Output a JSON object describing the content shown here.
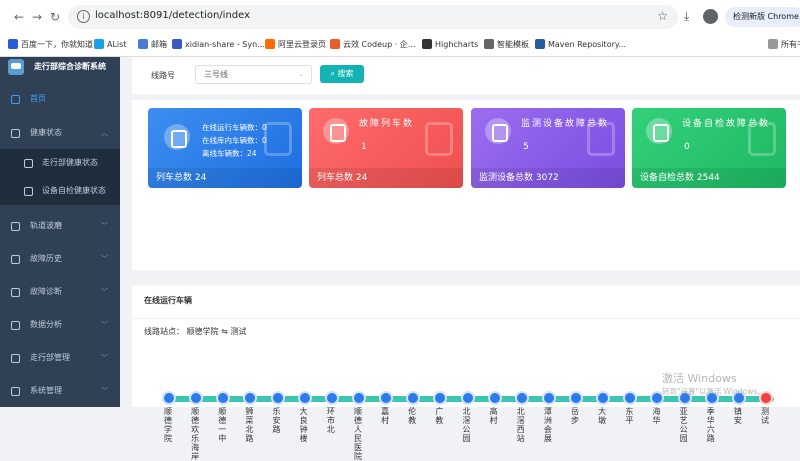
{
  "browser": {
    "url": "localhost:8091/detection/index",
    "update_button": "检测新版 Chrome 可用",
    "bookmarks": [
      {
        "label": "百度一下，你就知道",
        "color": "#2a5bd7"
      },
      {
        "label": "AList",
        "color": "#1aa0e8"
      },
      {
        "label": "邮箱",
        "color": "#4a7bd0"
      },
      {
        "label": "xidian-share - Syn...",
        "color": "#3a57c4"
      },
      {
        "label": "阿里云登录页",
        "color": "#ff6a00"
      },
      {
        "label": "云效 Codeup · 企...",
        "color": "#e85d2a"
      },
      {
        "label": "Highcharts",
        "color": "#333333"
      },
      {
        "label": "智能模板",
        "color": "#666666"
      },
      {
        "label": "Maven Repository...",
        "color": "#2c5aa0"
      },
      {
        "label": "所有书",
        "color": "#999999"
      }
    ]
  },
  "sidebar": {
    "title": "走行部综合诊断系统",
    "items": [
      {
        "label": "首页",
        "active": true,
        "chevron": false
      },
      {
        "label": "健康状态",
        "active": false,
        "chevron": true,
        "expanded": true
      },
      {
        "label": "走行部健康状态",
        "active": false,
        "chevron": false,
        "sub": true
      },
      {
        "label": "设备自检健康状态",
        "active": false,
        "chevron": false,
        "sub": true
      },
      {
        "label": "轨道波磨",
        "active": false,
        "chevron": true
      },
      {
        "label": "故障历史",
        "active": false,
        "chevron": true
      },
      {
        "label": "故障诊断",
        "active": false,
        "chevron": true
      },
      {
        "label": "数据分析",
        "active": false,
        "chevron": true
      },
      {
        "label": "走行部管理",
        "active": false,
        "chevron": true
      },
      {
        "label": "系统管理",
        "active": false,
        "chevron": true
      }
    ]
  },
  "search": {
    "label": "线路号",
    "selected": "三号线",
    "button": "搜索"
  },
  "cards": [
    {
      "rows": [
        "在线运行车辆数：0",
        "在线库内车辆数：0",
        "离线车辆数：24"
      ],
      "footer": "列车总数 24",
      "color1": "#3d8ef0",
      "color2": "#1e6fe0",
      "icon": "train-icon"
    },
    {
      "title": "故障列车数",
      "value": "1",
      "footer": "列车总数 24",
      "color1": "#ff6b6b",
      "color2": "#ef4f4f",
      "icon": "train-alert-icon"
    },
    {
      "title": "监测设备故障总数",
      "value": "5",
      "footer": "监测设备总数 3072",
      "color1": "#9b6df0",
      "color2": "#7a4ee0",
      "icon": "monitor-icon"
    },
    {
      "title": "设备自检故障总数",
      "value": "0",
      "footer": "设备自检总数 2544",
      "color1": "#33d07a",
      "color2": "#1fb863",
      "icon": "device-icon"
    }
  ],
  "line_panel": {
    "title": "在线运行车辆",
    "stations_label": "线路站点：",
    "route_from": "顺德学院",
    "route_to": "测试",
    "stations": [
      "顺德学院",
      "顺德欢乐海岸",
      "顺德一中",
      "狮菜北路",
      "乐安路",
      "大良钟楼",
      "环市北",
      "顺德人民医院",
      "嘉村",
      "伦教",
      "广教",
      "北滘公园",
      "高村",
      "北滘西站",
      "潭洲会展",
      "岳步",
      "大墩",
      "东平",
      "海华",
      "亚艺公园",
      "季华六路",
      "镇安",
      "测试"
    ]
  },
  "watermark": {
    "line1": "激活 Windows",
    "line2": "转到\"设置\"以激活 Windows。"
  }
}
